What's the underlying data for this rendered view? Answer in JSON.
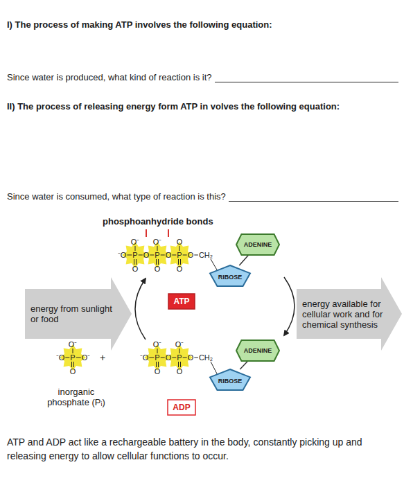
{
  "diagram": {
    "caption": "ATP and ADP act like a rechargeable battery in the body, constantly picking up and releasing energy to allow cellular functions to occur.",
    "nodes": [
      {
        "text": [
          "ADENINE"
        ]
      },
      {
        "text": [
          "RIBOSE"
        ]
      },
      {
        "text": [
          "energy from sunlight or food"
        ]
      },
      {
        "text": [
          "ATP"
        ]
      },
      {
        "text": [
          "energy available for cellular work and for chemical synthesis"
        ]
      },
      {
        "text": [
          "ADENINE"
        ]
      },
      {
        "text": [
          "RIBOSE"
        ]
      },
      {
        "text": [
          "ADP"
        ]
      }
    ],
    "edges": [
      {
        "from": 1,
        "to": 0,
        "arrow": "none"
      },
      {
        "from": 6,
        "to": 5,
        "arrow": "none"
      }
    ],
    "labels": [
      "I) The process of making ATP involves the following equation:",
      "Since water is produced, what kind of reaction is it?",
      "II) The process of releasing energy form ATP in volves the following equation:",
      "Since water is consumed, what type of reaction is this?",
      "phosphoanhydride bonds",
      "O⁻",
      "O⁻",
      "O",
      "⁻O",
      "P",
      "O",
      "P",
      "O",
      "P",
      "O",
      "CH₂",
      "O",
      "O",
      "O",
      "O⁻",
      "⁻O",
      "P",
      "O⁻",
      "O",
      "+",
      "O⁻",
      "O⁻",
      "⁻O",
      "P",
      "O",
      "P",
      "O",
      "CH₂",
      "O",
      "O",
      "inorganic phosphate (Pᵢ)"
    ]
  }
}
